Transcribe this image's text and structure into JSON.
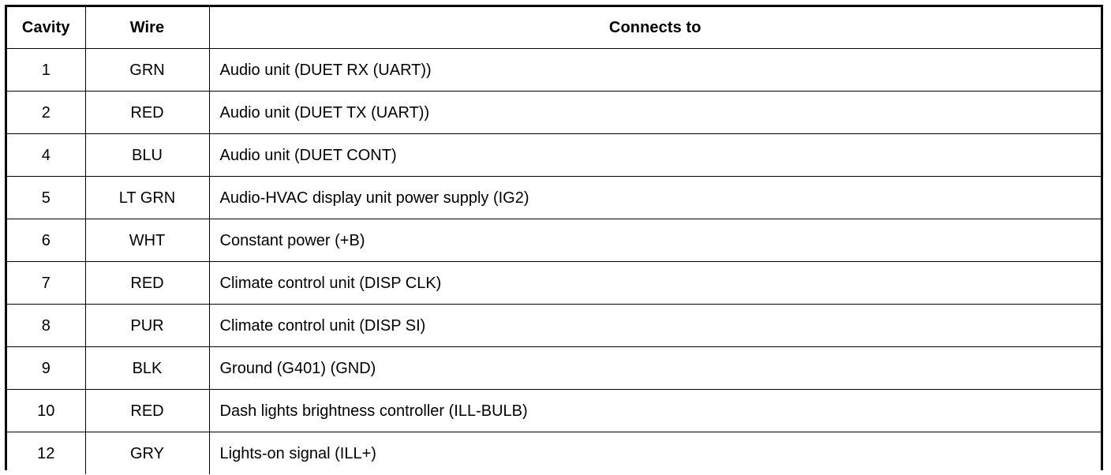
{
  "document": {
    "type": "connector-pinout-table",
    "background_color": "#ffffff",
    "text_color": "#000000",
    "border_color": "#000000"
  },
  "table": {
    "headers": {
      "cavity": "Cavity",
      "wire": "Wire",
      "connects_to": "Connects to"
    },
    "rows": [
      {
        "cavity": "1",
        "wire": "GRN",
        "connects_to": "Audio unit (DUET RX (UART))"
      },
      {
        "cavity": "2",
        "wire": "RED",
        "connects_to": "Audio unit (DUET TX (UART))"
      },
      {
        "cavity": "4",
        "wire": "BLU",
        "connects_to": "Audio unit (DUET CONT)"
      },
      {
        "cavity": "5",
        "wire": "LT GRN",
        "connects_to": "Audio-HVAC display unit power supply (IG2)"
      },
      {
        "cavity": "6",
        "wire": "WHT",
        "connects_to": "Constant power (+B)"
      },
      {
        "cavity": "7",
        "wire": "RED",
        "connects_to": "Climate control unit (DISP CLK)"
      },
      {
        "cavity": "8",
        "wire": "PUR",
        "connects_to": "Climate control unit (DISP SI)"
      },
      {
        "cavity": "9",
        "wire": "BLK",
        "connects_to": "Ground (G401) (GND)"
      },
      {
        "cavity": "10",
        "wire": "RED",
        "connects_to": "Dash lights brightness controller (ILL-BULB)"
      },
      {
        "cavity": "12",
        "wire": "GRY",
        "connects_to": "Lights-on signal (ILL+)"
      }
    ]
  }
}
